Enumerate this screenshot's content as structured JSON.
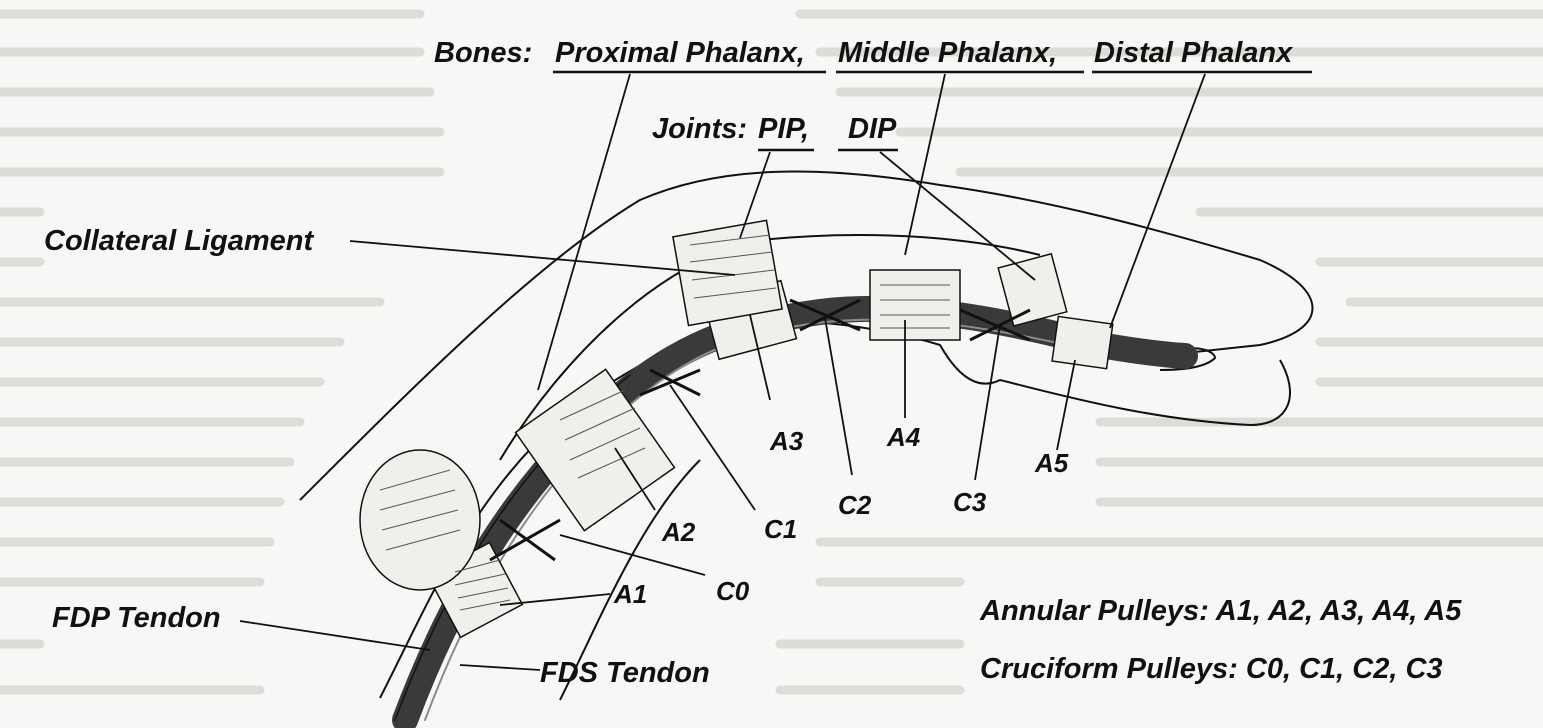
{
  "labels": {
    "bones_prefix": "Bones:",
    "bone_proximal": "Proximal Phalanx,",
    "bone_middle": "Middle Phalanx,",
    "bone_distal": "Distal Phalanx",
    "joints_prefix": "Joints:",
    "joint_pip": "PIP,",
    "joint_dip": "DIP",
    "collateral_ligament": "Collateral Ligament",
    "fdp_tendon": "FDP Tendon",
    "fds_tendon": "FDS Tendon",
    "pulleys": {
      "a1": "A1",
      "a2": "A2",
      "a3": "A3",
      "a4": "A4",
      "a5": "A5",
      "c0": "C0",
      "c1": "C1",
      "c2": "C2",
      "c3": "C3"
    }
  },
  "legend": {
    "annular": "Annular Pulleys: A1, A2, A3, A4, A5",
    "cruciform": "Cruciform Pulleys: C0, C1, C2, C3"
  },
  "colors": {
    "ink": "#111111",
    "paper": "#f7f7f5",
    "background_text": "#d9d9d6",
    "tendon": "#3a3a3a"
  }
}
